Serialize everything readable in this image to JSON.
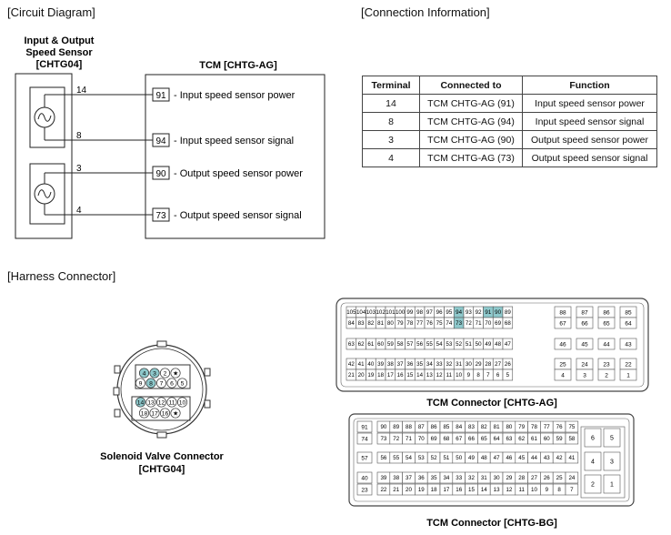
{
  "sections": {
    "circuit": "[Circuit Diagram]",
    "connection": "[Connection Information]",
    "harness": "[Harness Connector]"
  },
  "sensor": {
    "title_1": "Input & Output",
    "title_2": "Speed Sensor",
    "title_3": "[CHTG04]"
  },
  "tcm": {
    "title": "TCM [CHTG-AG]"
  },
  "wires": [
    {
      "terminal": "14",
      "pin": "91",
      "label": "- Input speed sensor power"
    },
    {
      "terminal": "8",
      "pin": "94",
      "label": "- Input speed sensor signal"
    },
    {
      "terminal": "3",
      "pin": "90",
      "label": "- Output speed sensor power"
    },
    {
      "terminal": "4",
      "pin": "73",
      "label": "- Output speed sensor signal"
    }
  ],
  "table": {
    "headers": [
      "Terminal",
      "Connected to",
      "Function"
    ],
    "rows": [
      [
        "14",
        "TCM CHTG-AG (91)",
        "Input speed sensor power"
      ],
      [
        "8",
        "TCM CHTG-AG (94)",
        "Input speed sensor signal"
      ],
      [
        "3",
        "TCM CHTG-AG (90)",
        "Output speed sensor power"
      ],
      [
        "4",
        "TCM CHTG-AG (73)",
        "Output speed sensor signal"
      ]
    ]
  },
  "solenoid": {
    "caption_1": "Solenoid Valve Connector",
    "caption_2": "[CHTG04]",
    "rows": [
      [
        "4",
        "3",
        "2",
        "★"
      ],
      [
        "9",
        "8",
        "7",
        "6",
        "5"
      ],
      [
        "14",
        "13",
        "12",
        "11",
        "10"
      ],
      [
        "18",
        "17",
        "16",
        "★"
      ]
    ],
    "highlighted": [
      "4",
      "3",
      "8",
      "14"
    ]
  },
  "ag": {
    "caption": "TCM Connector [CHTG-AG]",
    "rows": [
      [
        "105",
        "104",
        "103",
        "102",
        "101",
        "100",
        "99",
        "98",
        "97",
        "96",
        "95",
        "94",
        "93",
        "92",
        "91",
        "90",
        "89"
      ],
      [
        "84",
        "83",
        "82",
        "81",
        "80",
        "79",
        "78",
        "77",
        "76",
        "75",
        "74",
        "73",
        "72",
        "71",
        "70",
        "69",
        "68"
      ],
      [
        "63",
        "62",
        "61",
        "60",
        "59",
        "58",
        "57",
        "56",
        "55",
        "54",
        "53",
        "52",
        "51",
        "50",
        "49",
        "48",
        "47"
      ],
      [
        "42",
        "41",
        "40",
        "39",
        "38",
        "37",
        "36",
        "35",
        "34",
        "33",
        "32",
        "31",
        "30",
        "29",
        "28",
        "27",
        "26"
      ],
      [
        "21",
        "20",
        "19",
        "18",
        "17",
        "16",
        "15",
        "14",
        "13",
        "12",
        "11",
        "10",
        "9",
        "8",
        "7",
        "6",
        "5"
      ]
    ],
    "right": [
      [
        "88",
        "87",
        "86",
        "85"
      ],
      [
        "67",
        "66",
        "65",
        "64"
      ],
      [
        "46",
        "45",
        "44",
        "43"
      ],
      [
        "25",
        "24",
        "23",
        "22"
      ],
      [
        "4",
        "3",
        "2",
        "1"
      ]
    ],
    "highlighted": [
      "94",
      "91",
      "90",
      "73"
    ]
  },
  "bg": {
    "caption": "TCM Connector [CHTG-BG]",
    "left": [
      "91",
      "74",
      "57",
      "40",
      "23"
    ],
    "rows": [
      [
        "90",
        "89",
        "88",
        "87",
        "86",
        "85",
        "84",
        "83",
        "82",
        "81",
        "80",
        "79",
        "78",
        "77",
        "76",
        "75"
      ],
      [
        "73",
        "72",
        "71",
        "70",
        "69",
        "68",
        "67",
        "66",
        "65",
        "64",
        "63",
        "62",
        "61",
        "60",
        "59",
        "58"
      ],
      [
        "56",
        "55",
        "54",
        "53",
        "52",
        "51",
        "50",
        "49",
        "48",
        "47",
        "46",
        "45",
        "44",
        "43",
        "42",
        "41"
      ],
      [
        "39",
        "38",
        "37",
        "36",
        "35",
        "34",
        "33",
        "32",
        "31",
        "30",
        "29",
        "28",
        "27",
        "26",
        "25",
        "24"
      ],
      [
        "22",
        "21",
        "20",
        "19",
        "18",
        "17",
        "16",
        "15",
        "14",
        "13",
        "12",
        "11",
        "10",
        "9",
        "8",
        "7"
      ]
    ],
    "right": [
      [
        "6",
        "5"
      ],
      [
        "4",
        "3"
      ],
      [
        "2",
        "1"
      ]
    ]
  },
  "colors": {
    "highlight": "#8ec9cc",
    "line": "#222222"
  }
}
